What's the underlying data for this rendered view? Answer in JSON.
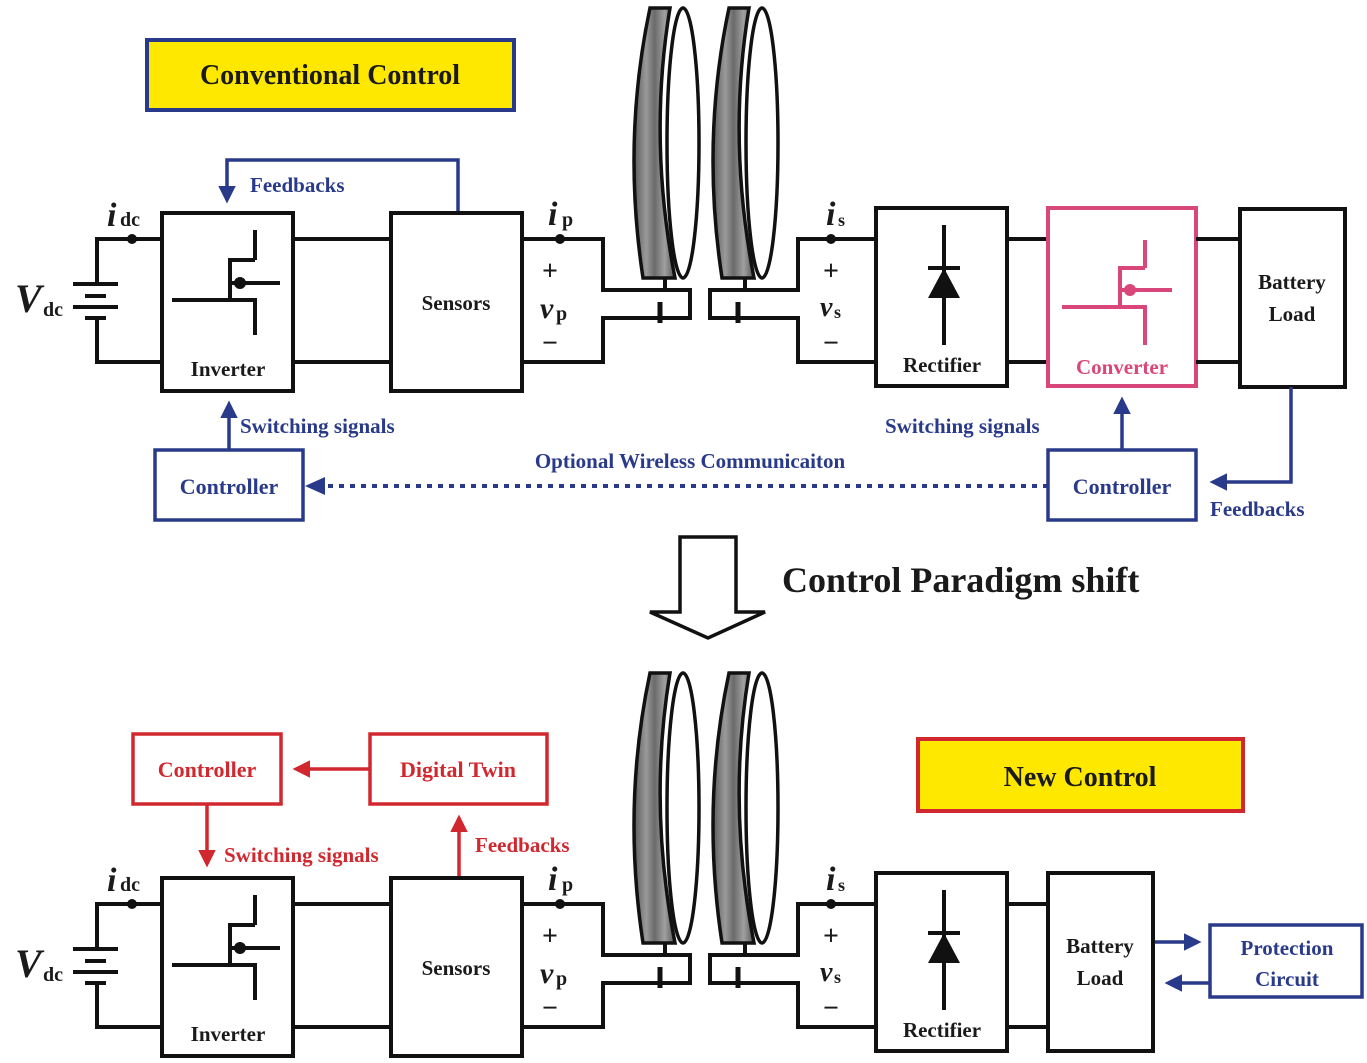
{
  "colors": {
    "title_fill": "#FFE800",
    "conventional_border": "#2a3a8a",
    "new_border": "#d0282e",
    "conventional_signal": "#2a3a8a",
    "new_signal": "#d0282e",
    "converter": "#d9477a",
    "wire": "#111111"
  },
  "top": {
    "title": "Conventional Control",
    "feedback_label": "Feedbacks",
    "source_voltage": "V",
    "source_voltage_sub": "dc",
    "source_current": "i",
    "source_current_sub": "dc",
    "inverter_label": "Inverter",
    "sensors_label": "Sensors",
    "primary_current": "i",
    "primary_current_sub": "p",
    "primary_voltage": "v",
    "primary_voltage_sub": "p",
    "plus": "+",
    "minus": "−",
    "secondary_current": "i",
    "secondary_current_sub": "s",
    "secondary_voltage": "v",
    "secondary_voltage_sub": "s",
    "rectifier_label": "Rectifier",
    "converter_label": "Converter",
    "battery_line1": "Battery",
    "battery_line2": "Load",
    "switching_left": "Switching signals",
    "switching_right": "Switching signals",
    "controller_left": "Controller",
    "controller_right": "Controller",
    "wireless_label": "Optional Wireless Communicaiton",
    "feedback_right": "Feedbacks"
  },
  "shift": {
    "label": "Control Paradigm shift"
  },
  "bottom": {
    "title": "New Control",
    "controller_label": "Controller",
    "digital_twin_label": "Digital Twin",
    "switching_label": "Switching signals",
    "feedback_label": "Feedbacks",
    "source_voltage": "V",
    "source_voltage_sub": "dc",
    "source_current": "i",
    "source_current_sub": "dc",
    "inverter_label": "Inverter",
    "sensors_label": "Sensors",
    "primary_current": "i",
    "primary_current_sub": "p",
    "primary_voltage": "v",
    "primary_voltage_sub": "p",
    "plus": "+",
    "minus": "−",
    "secondary_current": "i",
    "secondary_current_sub": "s",
    "secondary_voltage": "v",
    "secondary_voltage_sub": "s",
    "rectifier_label": "Rectifier",
    "battery_line1": "Battery",
    "battery_line2": "Load",
    "protection_line1": "Protection",
    "protection_line2": "Circuit"
  }
}
